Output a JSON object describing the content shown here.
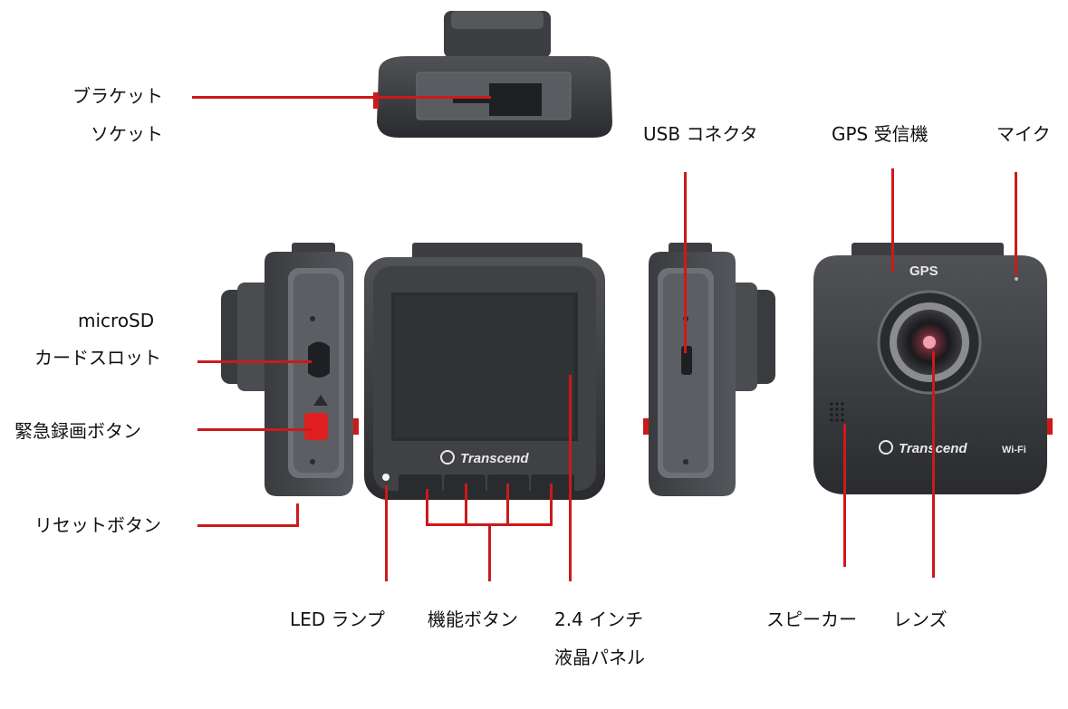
{
  "labels": {
    "bracket_socket_l1": "ブラケット",
    "bracket_socket_l2": "ソケット",
    "usb_connector": "USB コネクタ",
    "gps_receiver": "GPS 受信機",
    "mic": "マイク",
    "microsd_l1": "microSD",
    "microsd_l2": "カードスロット",
    "emergency_button": "緊急録画ボタン",
    "reset_button": "リセットボタン",
    "led_lamp": "LED ランプ",
    "function_buttons": "機能ボタン",
    "lcd_l1": "2.4 インチ",
    "lcd_l2": "液晶パネル",
    "speaker": "スピーカー",
    "lens": "レンズ"
  },
  "device_text": {
    "brand": "Transcend",
    "gps_marking": "GPS",
    "wifi_marking": "Wi-Fi"
  },
  "colors": {
    "leader": "#cc1a1a",
    "body_dark": "#2c2d30",
    "body_mid": "#46484c",
    "emergency_red": "#e02020"
  }
}
